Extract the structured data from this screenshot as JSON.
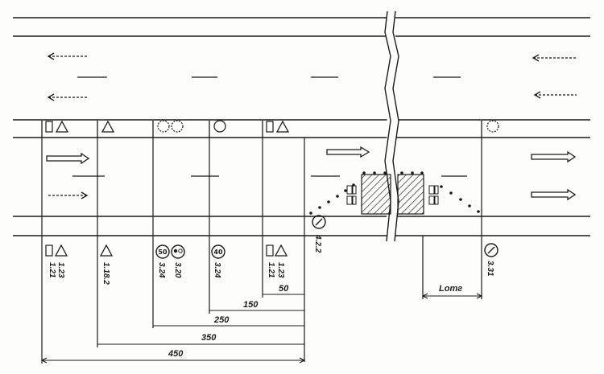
{
  "dimensions": [
    {
      "key": "d50",
      "value": "50"
    },
    {
      "key": "d150",
      "value": "150"
    },
    {
      "key": "d250",
      "value": "250"
    },
    {
      "key": "d350",
      "value": "350"
    },
    {
      "key": "d450",
      "value": "450"
    }
  ],
  "length_label": "Lотг",
  "sign_codes": {
    "a": "1.23",
    "b": "1.21",
    "c": "1.18.2",
    "d": "3.20",
    "e": "3.24",
    "f": "3.24",
    "g": "1.23",
    "h": "1.21",
    "i": "4.2.2",
    "j": "3.31"
  },
  "sign_icons": {
    "speed_limit_upper": "50",
    "speed_limit_lower": "40"
  }
}
